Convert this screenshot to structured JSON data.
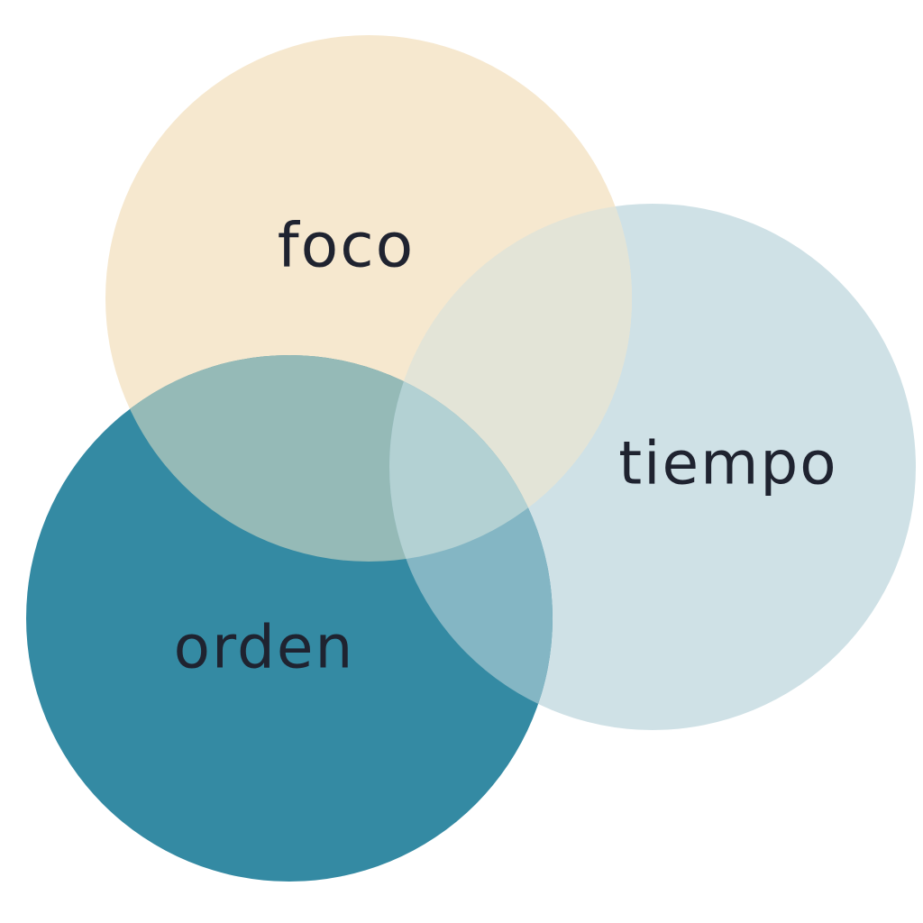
{
  "diagram": {
    "type": "venn",
    "sets": [
      {
        "id": "foco",
        "label": "foco",
        "color": "#f6e8cf"
      },
      {
        "id": "tiempo",
        "label": "tiempo",
        "color": "#cfe1e6"
      },
      {
        "id": "orden",
        "label": "orden",
        "color": "#348aa3"
      }
    ],
    "overlap_colors": {
      "foco_tiempo": "#e3e4d7",
      "foco_orden": "#95bab7",
      "tiempo_orden": "#84b6c4",
      "all": "#b3d1d3"
    },
    "text_color": "#1f2330",
    "background": "#ffffff"
  }
}
